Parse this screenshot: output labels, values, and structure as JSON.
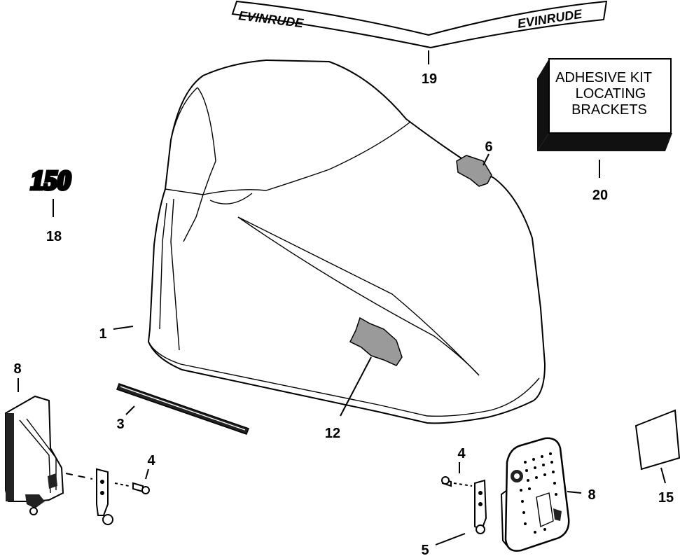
{
  "decal": {
    "brand_left": "EVINRUDE",
    "brand_right": "EVINRUDE",
    "badge": "150"
  },
  "kit_box": {
    "lines": [
      "ADHESIVE KIT",
      "LOCATING",
      "BRACKETS"
    ]
  },
  "callouts": {
    "c1": "1",
    "c3": "3",
    "c4a": "4",
    "c4b": "4",
    "c5": "5",
    "c6": "6",
    "c8a": "8",
    "c8b": "8",
    "c12": "12",
    "c15": "15",
    "c18": "18",
    "c19": "19",
    "c20": "20"
  }
}
